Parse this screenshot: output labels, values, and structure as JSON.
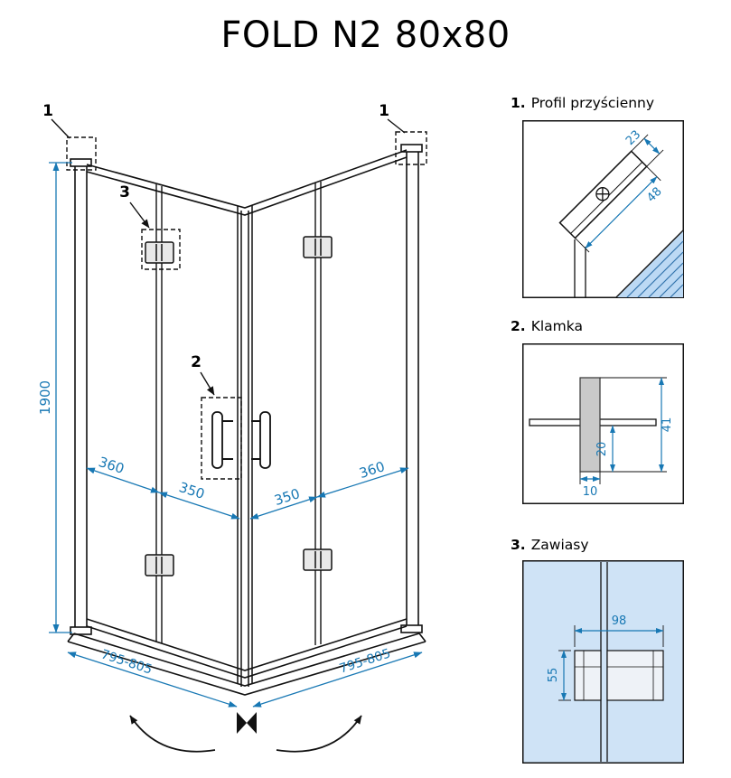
{
  "title": "FOLD N2 80x80",
  "colors": {
    "dimension_blue": "#1878b4",
    "line_black": "#111111",
    "panel_light_blue": "#cfe3f6",
    "wall_fill_blue": "#bcd9f4",
    "hatch_blue": "#3273ab",
    "handle_gray": "#c9c9c9"
  },
  "main_drawing": {
    "callouts": {
      "left_profile": "1",
      "right_profile": "1",
      "handle": "2",
      "hinge": "3"
    },
    "dimensions": {
      "height": "1900",
      "left_outer_panel": "360",
      "left_inner_panel": "350",
      "right_inner_panel": "350",
      "right_outer_panel": "360",
      "left_width_range": "795-805",
      "right_width_range": "795-805"
    }
  },
  "details": [
    {
      "number": "1.",
      "name": "Profil przyścienny",
      "dimensions": {
        "profile_depth": "23",
        "profile_width": "48"
      }
    },
    {
      "number": "2.",
      "name": "Klamka",
      "dimensions": {
        "total": "41",
        "below_glass": "20",
        "thickness": "10"
      }
    },
    {
      "number": "3.",
      "name": "Zawiasy",
      "dimensions": {
        "width": "98",
        "height": "55"
      }
    }
  ]
}
